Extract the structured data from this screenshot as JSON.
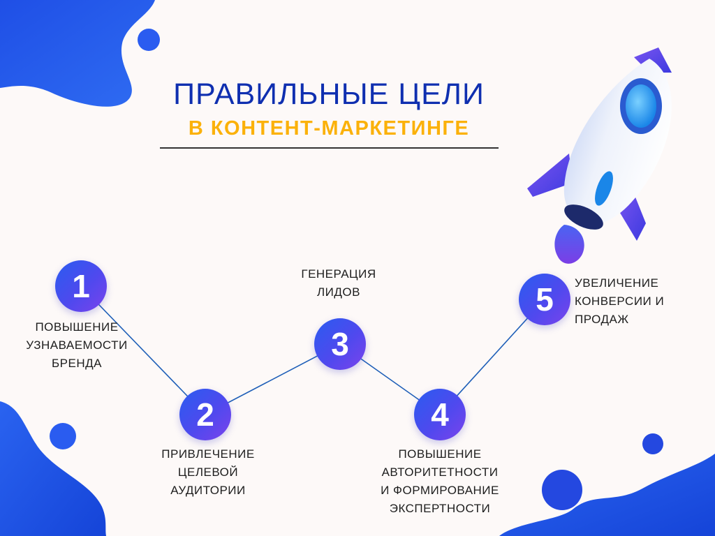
{
  "title": {
    "line1": "ПРАВИЛЬНЫЕ ЦЕЛИ",
    "line2": "В КОНТЕНТ-МАРКЕТИНГЕ"
  },
  "steps": [
    {
      "number": "1",
      "caption": [
        "ПОВЫШЕНИЕ",
        "УЗНАВАЕМОСТИ",
        "БРЕНДА"
      ]
    },
    {
      "number": "2",
      "caption": [
        "ПРИВЛЕЧЕНИЕ",
        "ЦЕЛЕВОЙ",
        "АУДИТОРИИ"
      ]
    },
    {
      "number": "3",
      "caption": [
        "ГЕНЕРАЦИЯ",
        "ЛИДОВ"
      ]
    },
    {
      "number": "4",
      "caption": [
        "ПОВЫШЕНИЕ",
        "АВТОРИТЕТНОСТИ",
        "И ФОРМИРОВАНИЕ",
        "ЭКСПЕРТНОСТИ"
      ]
    },
    {
      "number": "5",
      "caption": [
        "УВЕЛИЧЕНИЕ",
        "КОНВЕРСИИ И",
        "ПРОДАЖ"
      ]
    }
  ],
  "colors": {
    "title": "#0f2fb0",
    "subtitle": "#fbb10a",
    "accent": "#2a5cf0",
    "connector": "#1f5fb8",
    "background": "#fdf9f8"
  },
  "icons": [
    "rocket-icon"
  ]
}
